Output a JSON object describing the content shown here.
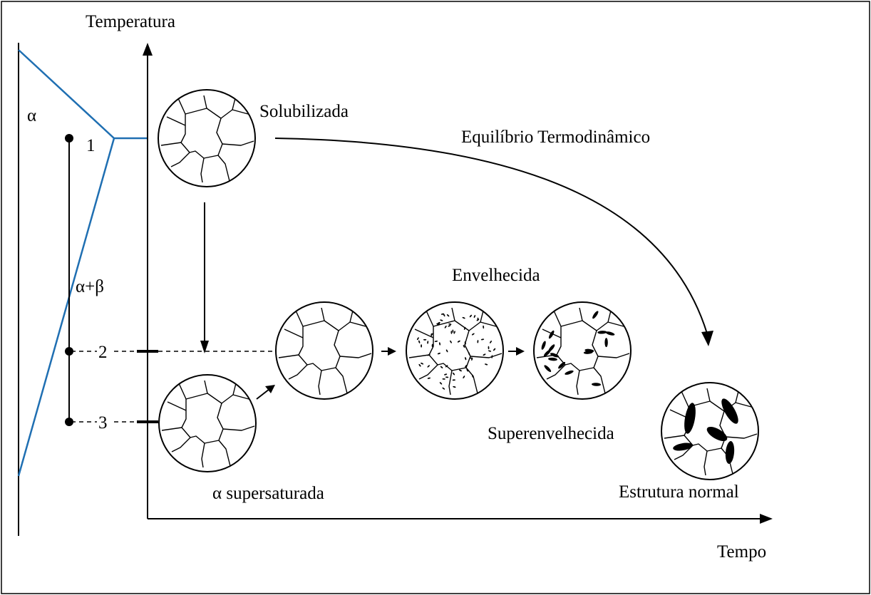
{
  "labels": {
    "y_axis": "Temperatura",
    "x_axis": "Tempo",
    "alpha_region": "α",
    "two_phase_region": "α+β",
    "point_1": "1",
    "point_2": "2",
    "point_3": "3",
    "solubilizada": "Solubilizada",
    "equilibrio": "Equilíbrio Termodinâmico",
    "envelhecida": "Envelhecida",
    "superenvelhecida": "Superenvelhecida",
    "alpha_supersaturada": "α supersaturada",
    "estrutura_normal": "Estrutura normal"
  },
  "colors": {
    "phase_boundary": "#1f6fb2",
    "lines": "#000000",
    "background": "#ffffff"
  },
  "icons": {
    "grain_structure": "microstructure-circle-icon",
    "axis_arrowhead": "arrowhead-icon"
  }
}
